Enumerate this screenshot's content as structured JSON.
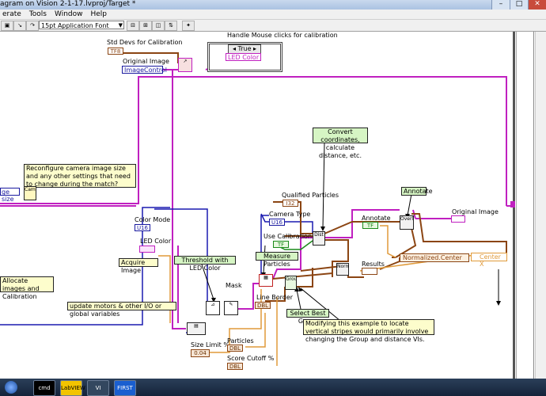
{
  "window": {
    "title": "agram on Vision 2-1-17.lvproj/Target *",
    "buttons": [
      "–",
      "□",
      "✕"
    ]
  },
  "menu": [
    "erate",
    "Tools",
    "Window",
    "Help"
  ],
  "toolbar": {
    "font": "15pt Application Font"
  },
  "labels": {
    "std_devs": "Std Devs for Calibration",
    "original_image": "Original Image",
    "image_control": "ImageControl",
    "handle_mouse": "Handle Mouse clicks for calibration",
    "case_true": "True",
    "led_color_term": "LED Color",
    "convert_coords": "Convert coordinates, calculate distance, etc.",
    "reconfigure": "Reconfigure camera image size and any other settings that need to change during the match?",
    "image_size": "ge size",
    "qualified_particles": "Qualified Particles",
    "annotate_note": "Annotate",
    "camera_type": "Camera Type",
    "annotate_lbl": "Annotate",
    "original_image_out": "Original Image",
    "color_mode": "Color Mode",
    "use_calibration": "Use Calibration",
    "led_color": "LED Color",
    "measure_particles": "Measure Particles",
    "results": "Results",
    "normalized_center": "Normalized.Center",
    "center_x": "Center X",
    "acquire_image": "Acquire Image",
    "threshold": "Threshold with LED Color",
    "allocate": "Allocate images and Calibration",
    "mask": "Mask",
    "line_border": "Line Border",
    "update_motors": "update motors & other I/O or global variables",
    "select_best": "Select Best Group",
    "modifying": "Modifying this example to locate vertical stripes would primarily involve changing the Group and distance VIs.",
    "size_limit": "Size Limit %",
    "size_limit_val": "0.04",
    "particles": "Particles",
    "score_cutoff": "Score Cutoff %"
  },
  "constants": {
    "std_dbl": "TF8",
    "u16": "U16",
    "i32": "I32",
    "tf": "TF",
    "tf2": "TF",
    "dbl": "DBL",
    "dbl2": "DBL",
    "dbl3": "DBL",
    "tf_ann": "TF"
  },
  "vi_labels": {
    "dist": "Dist",
    "group": "Group",
    "normal": "Normal",
    "camera_vi": "Camera",
    "overlay": "Overlay"
  },
  "colors": {
    "wire_pink": "#c020c0",
    "wire_brown": "#8b4513",
    "wire_orange": "#e09a3a",
    "wire_blue": "#1a1ab0",
    "wire_green": "#1a8a1a",
    "note_yellow": "#fdfdcc",
    "note_green": "#d6f5c4"
  },
  "taskbar": [
    "cmd",
    "LabVIEW",
    "VI",
    "FIRST"
  ]
}
